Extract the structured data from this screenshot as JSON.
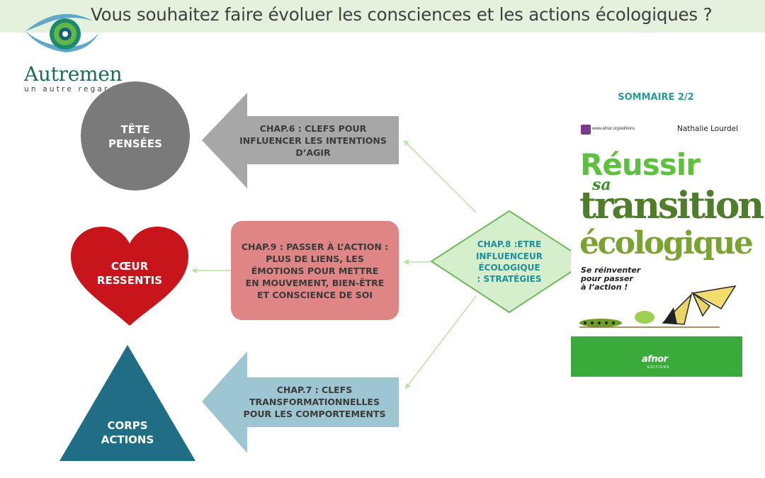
{
  "header": {
    "title": "Vous souhaitez faire évoluer les consciences et les actions écologiques ?"
  },
  "logo": {
    "name": "Autremen",
    "tagline": "un autre regard"
  },
  "diagram": {
    "shapes": {
      "head": "TÊTE\nPENSÉES",
      "heart": "CŒUR\nRESSENTIS",
      "body": "CORPS\nACTIONS"
    },
    "chapters": {
      "chap6": "CHAP.6 : CLEFS POUR\nINFLUENCER LES INTENTIONS\nD’AGIR",
      "chap9": "CHAP.9 : PASSER À L’ACTION :\nPLUS DE LIENS, LES\nÉMOTIONS POUR METTRE\nEN MOUVEMENT, BIEN-ÊTRE\nET CONSCIENCE DE SOI",
      "chap7": "CHAP.7 : CLEFS\nTRANSFORMATIONNELLES\nPOUR    LES COMPORTEMENTS",
      "chap8": "CHAP.8 :ETRE\nINFLUENCEUR\nÉCOLOGIQUE\n:  STRATÉGIES"
    },
    "colors": {
      "head": "#7a7a7a",
      "heart": "#c8151b",
      "body": "#1f6e85",
      "chap6": "#a7a7a7",
      "chap9": "#e08585",
      "chap7": "#9dc6d2",
      "chap8_fill": "#d5efcc",
      "chap8_stroke": "#6fb95a",
      "connector": "#b9e3a9"
    }
  },
  "book": {
    "summary_label": "SOMMAIRE 2/2",
    "publisher_url": "www.afnor.org/editions",
    "author": "Nathalie Lourdel",
    "title_line1": "Réussir",
    "title_line2": "sa",
    "title_line3": "transition",
    "title_line4": "écologique",
    "subtitle": "Se réinventer\npour passer\nà l’action !",
    "publisher": "afnor",
    "publisher_sub": "EDITIONS",
    "colors": {
      "band": "#3aab3a",
      "title": "#5fbf3e"
    }
  }
}
